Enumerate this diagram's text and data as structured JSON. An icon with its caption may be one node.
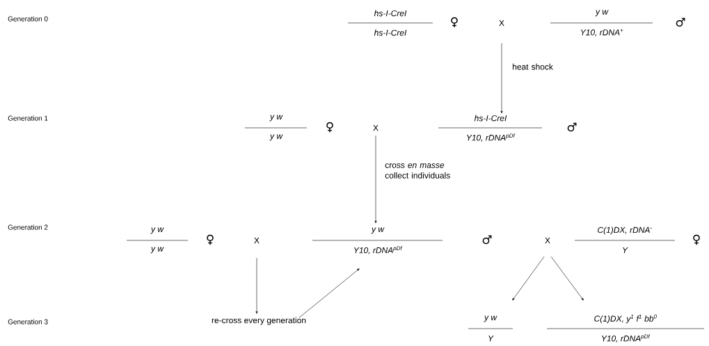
{
  "diagram": {
    "nodes": [
      {
        "text": [
          "hs-I-CreI",
          "hs-I-CreI"
        ],
        "beside": [
          "♀"
        ]
      },
      {
        "text": [
          "X"
        ]
      },
      {
        "text": [
          "y w",
          "Y10, rDNA$^{+}$"
        ],
        "beside": [
          "♂"
        ]
      },
      {
        "text": [
          "y w",
          "y w"
        ],
        "beside": [
          "♀"
        ]
      },
      {
        "text": [
          "X"
        ]
      },
      {
        "text": [
          "hs-I-CreI",
          "Y10, rDNA$^{pDf}$"
        ],
        "beside": [
          "♂"
        ]
      },
      {
        "text": [
          "y w",
          "y w"
        ],
        "beside": [
          "♀"
        ]
      },
      {
        "text": [
          "X"
        ]
      },
      {
        "text": [
          "y w",
          "Y10, rDNA$^{pDf}$"
        ],
        "beside": [
          "♂"
        ]
      },
      {
        "text": [
          "X"
        ]
      },
      {
        "text": [
          "C(1)DX, rDNA$^{-}$",
          "Y"
        ],
        "beside": [
          "♀"
        ]
      },
      {
        "text": [
          "re-cross every generation"
        ]
      },
      {
        "text": [
          "y w",
          "Y"
        ]
      },
      {
        "text": [
          "C(1)DX, y$^{1}$ f$^{1}$ bb$^{0}$",
          "Y10, rDNA$^{pDf}$"
        ]
      }
    ],
    "edges": [
      {
        "from": 1,
        "to": 5,
        "arrow": "to",
        "label": "heat shock"
      },
      {
        "from": 4,
        "to": 8,
        "arrow": "to",
        "label": "cross *en masse* collect individuals"
      },
      {
        "from": 7,
        "to": 11,
        "arrow": "to"
      },
      {
        "from": 11,
        "to": 8,
        "arrow": "to"
      },
      {
        "from": 9,
        "to": 12,
        "arrow": "to"
      },
      {
        "from": 9,
        "to": 13,
        "arrow": "to"
      }
    ],
    "labels": [
      "Generation 0",
      "Generation 1",
      "Generation 2",
      "Generation 3"
    ]
  }
}
